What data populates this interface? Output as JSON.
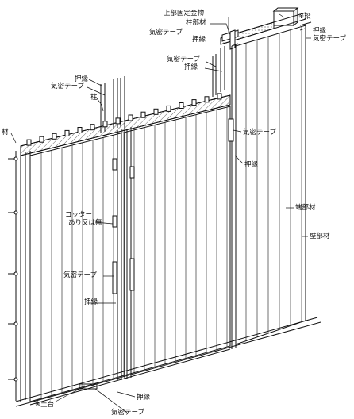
{
  "labels": {
    "upper_fixing_hardware": "上部固定金物",
    "ceiling_beam": "※梁",
    "column_material_top": "柱部材",
    "airtight_tape_top_left": "気密テープ",
    "batten_top_mid": "押縁",
    "batten_top_right": "押縁",
    "airtight_tape_top_right": "気密テープ",
    "airtight_tape_upper": "気密テープ",
    "batten_upper": "押縁",
    "batten_left_upper": "押縁",
    "airtight_tape_left_upper": "気密テープ",
    "column": "柱",
    "airtight_tape_right_mid": "気密テープ",
    "batten_right_mid": "押縁",
    "wall_edge_material": "材",
    "cotter_line1": "コッター",
    "cotter_line2": "あり又は無",
    "joint_material": "端部材",
    "wall_panel_material": "壁部材",
    "airtight_tape_lower_left": "気密テープ",
    "batten_lower_left": "押縁",
    "sill": "※土台",
    "batten_bottom": "押縁",
    "airtight_tape_bottom": "気密テープ"
  }
}
